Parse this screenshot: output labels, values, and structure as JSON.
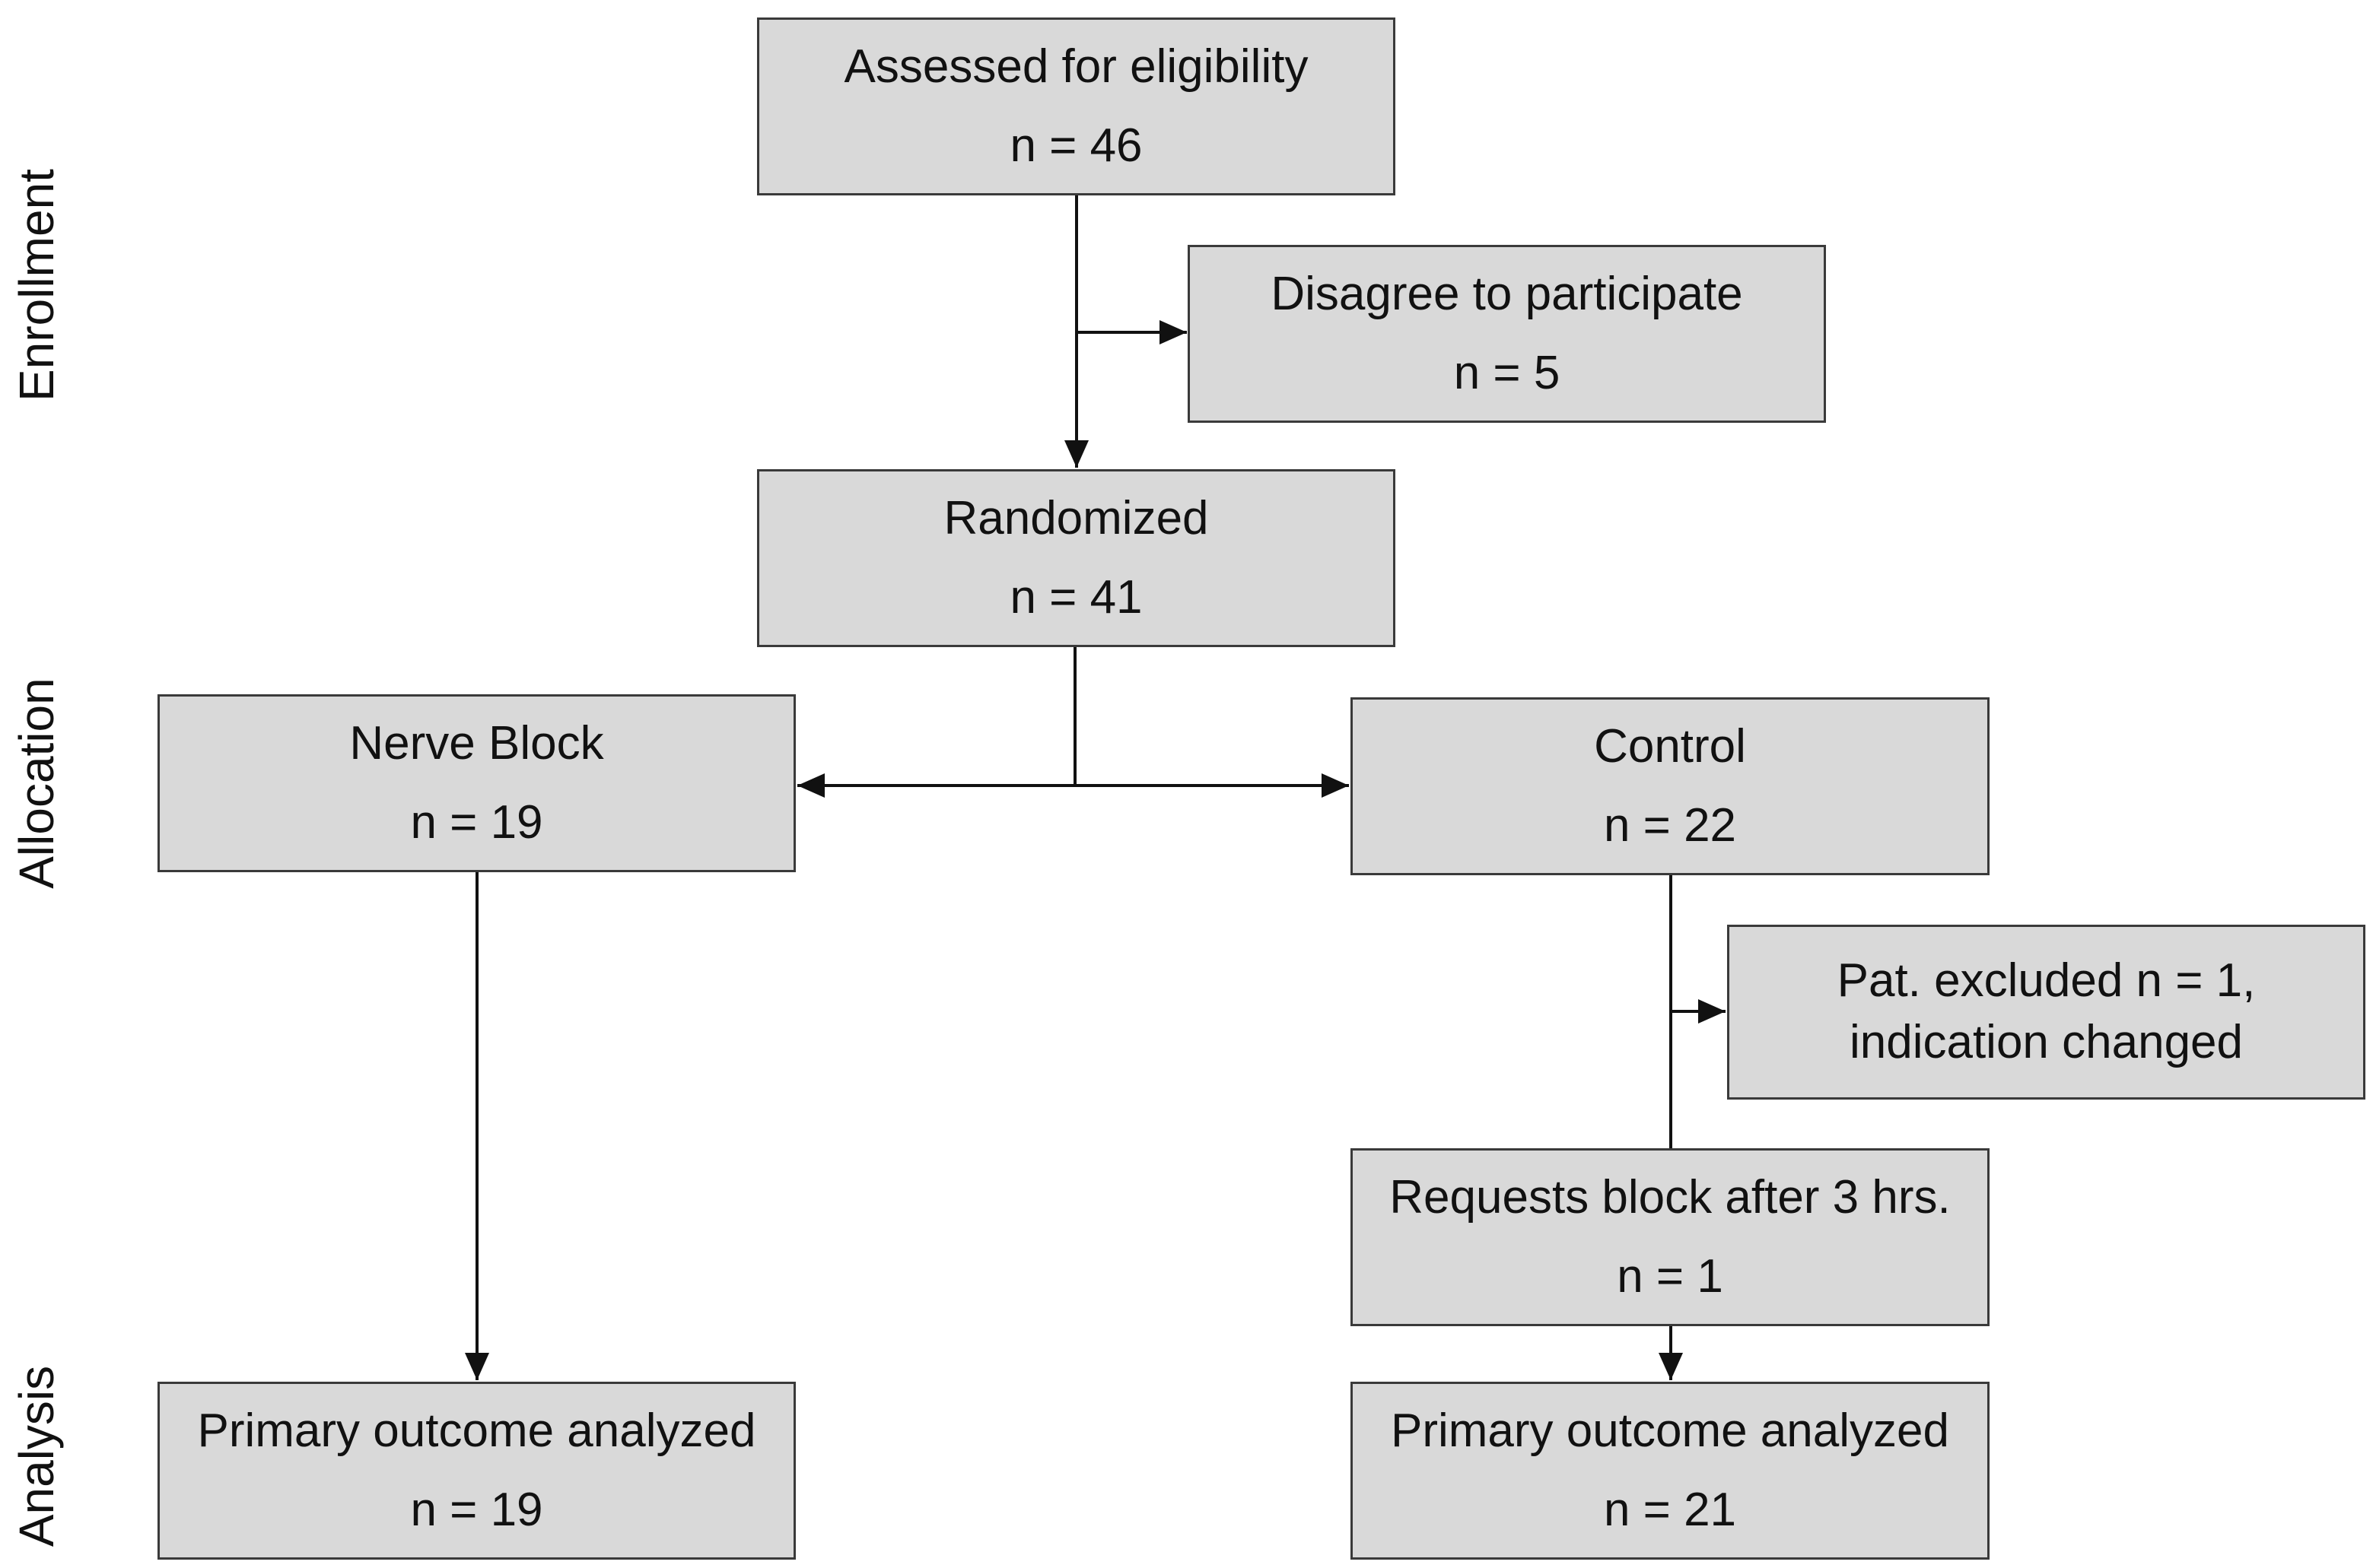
{
  "stages": {
    "enrollment": "Enrollment",
    "allocation": "Allocation",
    "analysis": "Analysis"
  },
  "boxes": {
    "assessed": {
      "title": "Assessed for eligibility",
      "count": "n = 46"
    },
    "disagree": {
      "title": "Disagree to participate",
      "count": "n = 5"
    },
    "randomized": {
      "title": "Randomized",
      "count": "n = 41"
    },
    "nerve_block": {
      "title": "Nerve Block",
      "count": "n = 19"
    },
    "control": {
      "title": "Control",
      "count": "n = 22"
    },
    "excluded": {
      "line1": "Pat. excluded n = 1,",
      "line2": "indication changed"
    },
    "requests_block": {
      "title": "Requests block after 3 hrs.",
      "count": "n = 1"
    },
    "analyzed_nerve": {
      "title": "Primary outcome analyzed",
      "count": "n = 19"
    },
    "analyzed_control": {
      "title": "Primary outcome analyzed",
      "count": "n = 21"
    }
  },
  "colors": {
    "box_fill": "#d9d9d9",
    "box_border": "#3a3a3a",
    "line": "#111111"
  }
}
